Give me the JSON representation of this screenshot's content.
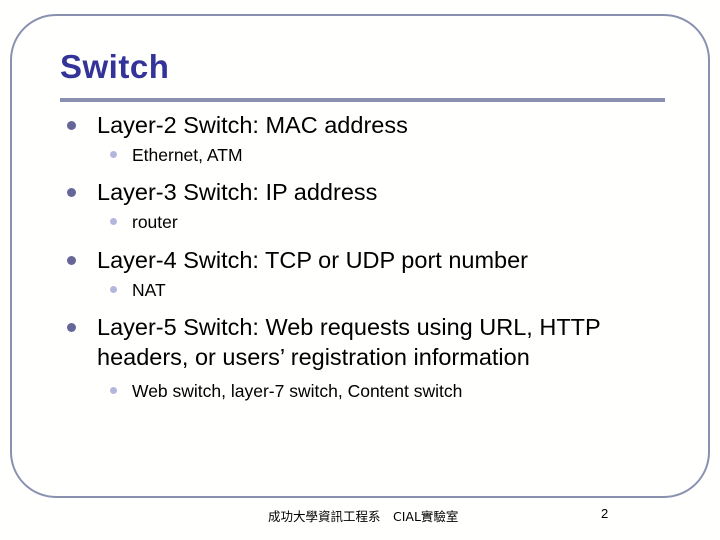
{
  "slide": {
    "title": "Switch",
    "page_number": "2",
    "footer_text": "成功大學資訊工程系　CIAL實驗室",
    "colors": {
      "title": "#333399",
      "rule": "#8a90b0",
      "frame": "#8a90b0",
      "bullet_level1": "#666699",
      "bullet_level2": "#b3b7de",
      "text": "#000000",
      "background": "#fffffd"
    },
    "bullets": [
      {
        "level1": "Layer-2 Switch: MAC address",
        "level2": "Ethernet, ATM"
      },
      {
        "level1": "Layer-3 Switch: IP address",
        "level2": "router"
      },
      {
        "level1": "Layer-4 Switch: TCP or UDP port number",
        "level2": "NAT"
      },
      {
        "level1": "Layer-5 Switch: Web requests using URL, HTTP headers, or users’ registration information",
        "level2": "Web switch, layer-7 switch, Content switch"
      }
    ]
  }
}
